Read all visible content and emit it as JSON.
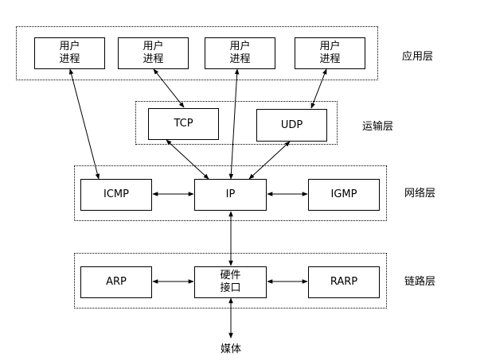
{
  "layers": {
    "application": "应用层",
    "transport": "运输层",
    "network": "网络层",
    "link": "链路层"
  },
  "nodes": {
    "user_process_1": [
      "用户",
      "进程"
    ],
    "user_process_2": [
      "用户",
      "进程"
    ],
    "user_process_3": [
      "用户",
      "进程"
    ],
    "user_process_4": [
      "用户",
      "进程"
    ],
    "tcp": "TCP",
    "udp": "UDP",
    "icmp": "ICMP",
    "ip": "IP",
    "igmp": "IGMP",
    "arp": "ARP",
    "hw_interface": [
      "硬件",
      "接口"
    ],
    "rarp": "RARP",
    "media": "媒体"
  },
  "edges": [
    [
      "user_process_1",
      "icmp"
    ],
    [
      "user_process_2",
      "tcp"
    ],
    [
      "user_process_3",
      "ip"
    ],
    [
      "user_process_4",
      "udp"
    ],
    [
      "tcp",
      "ip"
    ],
    [
      "udp",
      "ip"
    ],
    [
      "icmp",
      "ip"
    ],
    [
      "ip",
      "igmp"
    ],
    [
      "ip",
      "hw_interface"
    ],
    [
      "arp",
      "hw_interface"
    ],
    [
      "hw_interface",
      "rarp"
    ],
    [
      "hw_interface",
      "media"
    ]
  ]
}
